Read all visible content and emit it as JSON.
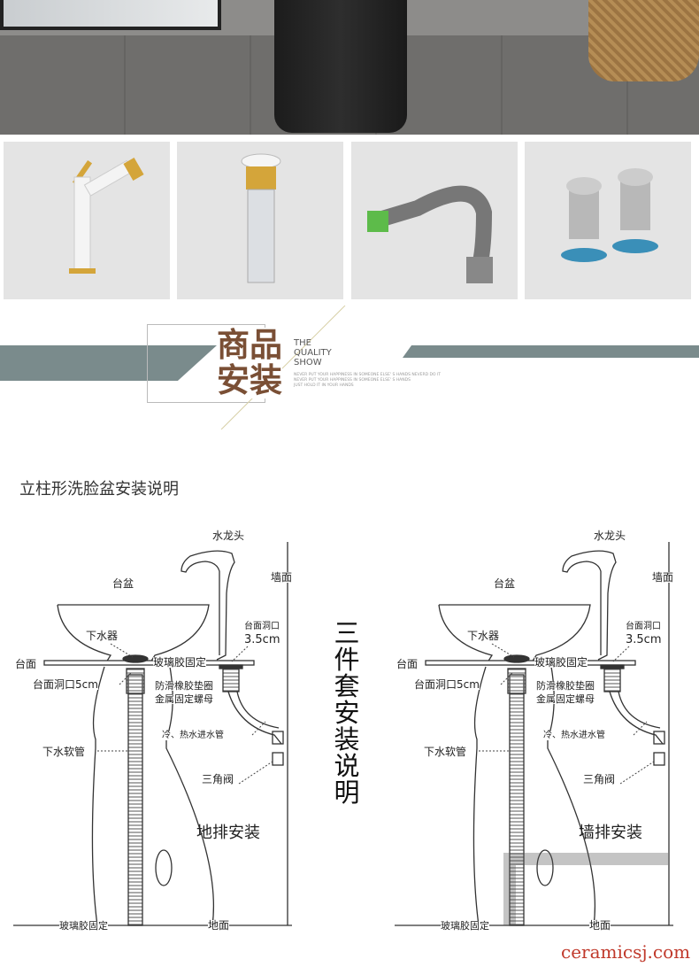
{
  "banner": {
    "title_line1": "商品",
    "title_line2": "安装",
    "en_title1": "THE",
    "en_title2": "QUALITY",
    "en_title3": "SHOW",
    "slogan1": "NEVER PUT YOUR HAPPINESS IN SOMEONE ELSE' S HANDS NEVERD DO IT",
    "slogan2": "NEVER PUT YOUR HAPPINESS IN SOMEONE ELSE' S HANDS",
    "slogan3": "JUST HOLD IT IN YOUR HANDS",
    "accent": "#7a4f35",
    "bar_color": "#7a8b8c"
  },
  "products": [
    {
      "name": "faucet"
    },
    {
      "name": "drain"
    },
    {
      "name": "drain-hose"
    },
    {
      "name": "angle-valves"
    }
  ],
  "guide": {
    "title": "立柱形洗脸盆安装说明",
    "side_title": "三件套安装说明",
    "labels": {
      "faucet": "水龙头",
      "wall": "墙面",
      "basin": "台盆",
      "drain": "下水器",
      "hole": "台面洞口",
      "hole_size": "3.5cm",
      "counter": "台面",
      "glue": "玻璃胶固定",
      "hole5": "台面洞口5cm",
      "gasket": "防滑橡胶垫圈",
      "nut": "金属固定螺母",
      "inlet": "冷、热水进水管",
      "hose": "下水软管",
      "valve": "三角阀",
      "floor": "地面"
    },
    "left_type": "地排安装",
    "right_type": "墙排安装"
  },
  "watermark": "ceramicsj.com"
}
